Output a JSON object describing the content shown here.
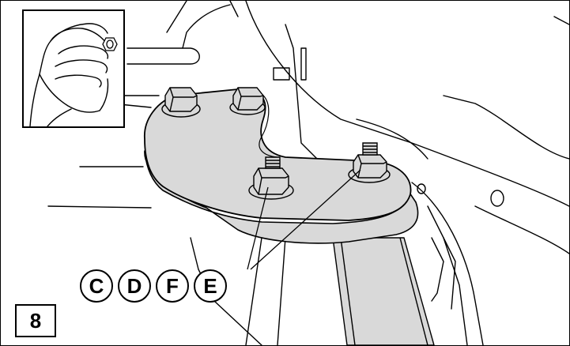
{
  "figure": {
    "step_number": "8",
    "callouts": [
      "C",
      "D",
      "F",
      "E"
    ],
    "colors": {
      "line": "#000000",
      "bracket_fill": "#d9d9d9",
      "background": "#ffffff"
    },
    "icons": [
      "hand-tightening-icon",
      "hex-bolt-icon"
    ]
  }
}
